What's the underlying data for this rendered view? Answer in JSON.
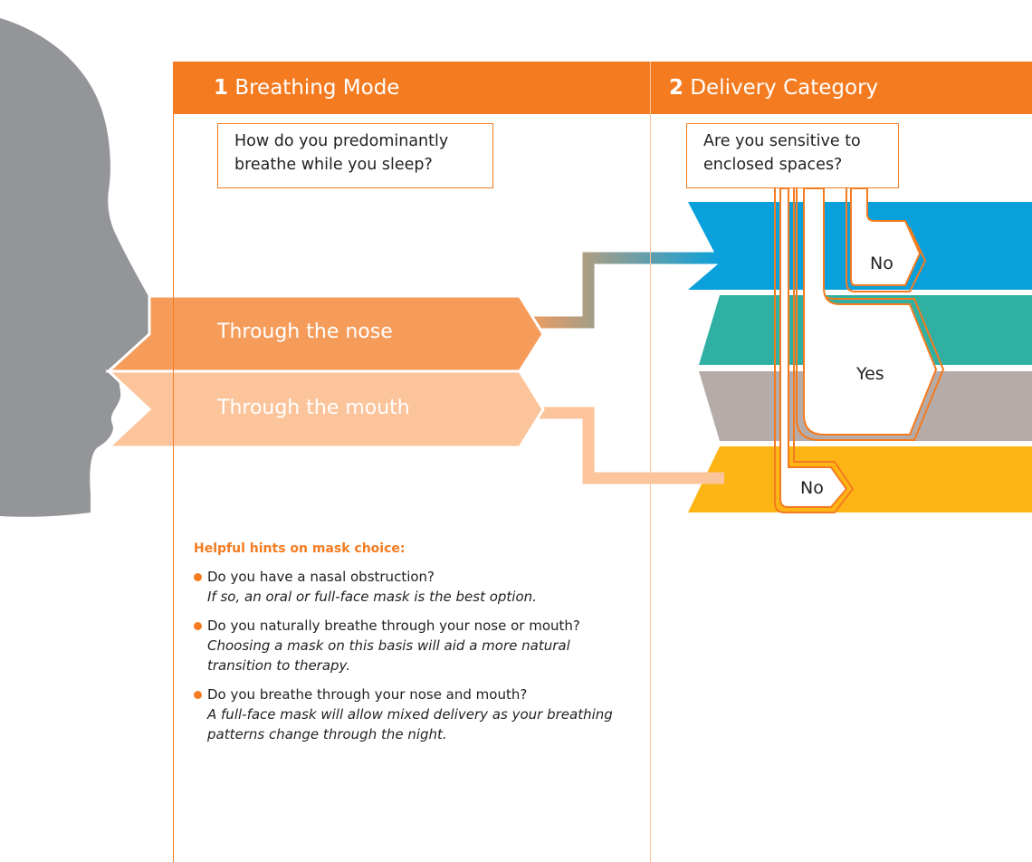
{
  "sections": [
    {
      "number": "1",
      "title": "Breathing Mode",
      "question": "How do you predominantly breathe while you sleep?"
    },
    {
      "number": "2",
      "title": "Delivery Category",
      "question": "Are you sensitive to enclosed spaces?"
    }
  ],
  "breathing_options": [
    {
      "label": "Through the nose",
      "color": "#f59c5b"
    },
    {
      "label": "Through the mouth",
      "color": "#fbc49b"
    }
  ],
  "category_colors": [
    "#0aa0dc",
    "#30b0a3",
    "#b5aca9",
    "#fcb515"
  ],
  "answers": {
    "top_no": "No",
    "yes": "Yes",
    "bottom_no": "No"
  },
  "hints": {
    "heading": "Helpful hints on mask choice:",
    "items": [
      {
        "question": "Do you have a nasal obstruction?",
        "answer": "If so, an oral or full-face mask is the best option."
      },
      {
        "question": "Do you naturally breathe through your nose or mouth?",
        "answer": "Choosing a mask on this basis will aid a more natural transition to therapy."
      },
      {
        "question": "Do you breathe through your nose and mouth?",
        "answer": "A full-face mask will allow mixed delivery as your breathing patterns change through the night."
      }
    ]
  },
  "colors": {
    "accent": "#f47b20",
    "head": "#939598"
  }
}
